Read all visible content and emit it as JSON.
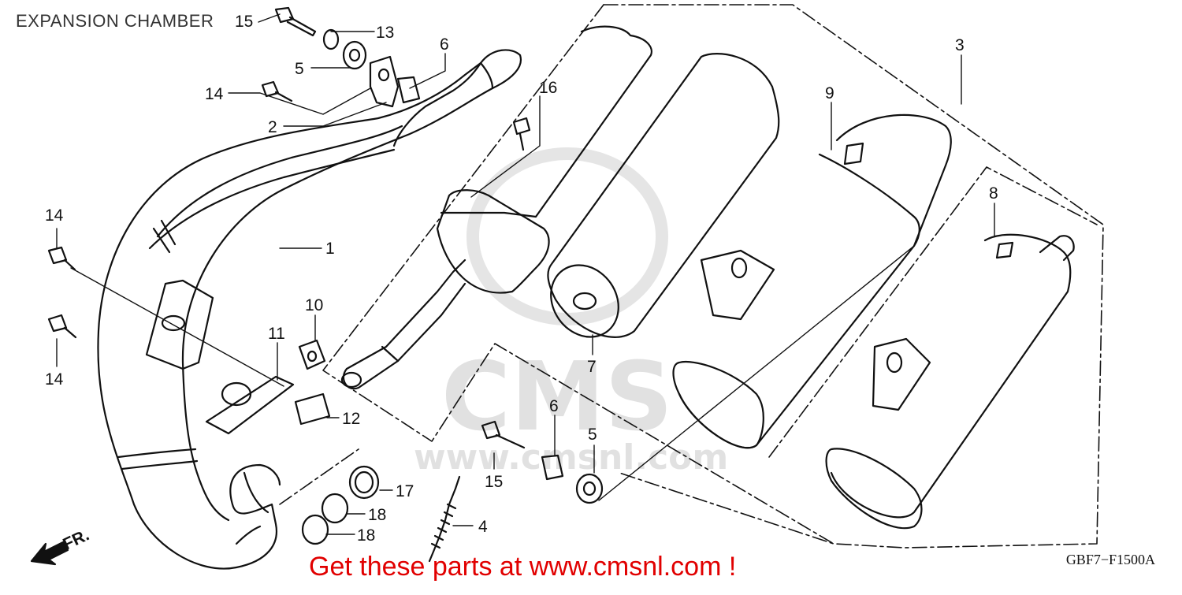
{
  "title": "EXPANSION CHAMBER",
  "diagram_code": "GBF7−F1500A",
  "promo": "Get these parts at www.cmsnl.com !",
  "watermark": {
    "brand": "CMS",
    "url": "www.cmsnl.com"
  },
  "direction_label": "FR.",
  "callouts": [
    {
      "id": "c-13",
      "label": "13"
    },
    {
      "id": "c-15a",
      "label": "15"
    },
    {
      "id": "c-6a",
      "label": "6"
    },
    {
      "id": "c-5a",
      "label": "5"
    },
    {
      "id": "c-14a",
      "label": "14"
    },
    {
      "id": "c-2",
      "label": "2"
    },
    {
      "id": "c-16",
      "label": "16"
    },
    {
      "id": "c-3",
      "label": "3"
    },
    {
      "id": "c-9",
      "label": "9"
    },
    {
      "id": "c-8",
      "label": "8"
    },
    {
      "id": "c-1",
      "label": "1"
    },
    {
      "id": "c-14b",
      "label": "14"
    },
    {
      "id": "c-14c",
      "label": "14"
    },
    {
      "id": "c-10",
      "label": "10"
    },
    {
      "id": "c-11",
      "label": "11"
    },
    {
      "id": "c-12",
      "label": "12"
    },
    {
      "id": "c-7",
      "label": "7"
    },
    {
      "id": "c-6b",
      "label": "6"
    },
    {
      "id": "c-5b",
      "label": "5"
    },
    {
      "id": "c-15b",
      "label": "15"
    },
    {
      "id": "c-17",
      "label": "17"
    },
    {
      "id": "c-18a",
      "label": "18"
    },
    {
      "id": "c-18b",
      "label": "18"
    },
    {
      "id": "c-4",
      "label": "4"
    }
  ]
}
